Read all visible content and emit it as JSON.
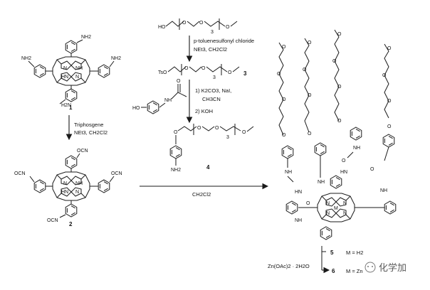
{
  "scheme": {
    "compound_1": "1",
    "compound_2": "2",
    "compound_3": "3",
    "compound_4": "4",
    "compound_5": "5",
    "compound_6": "6",
    "step_1a": "Triphosgene",
    "step_1b": "NEt3, CH2Cl2",
    "step_2a": "p-toluenesulfonyl chloride",
    "step_2b": "NEt3, CH2Cl2",
    "step_3a": "1) K2CO3, NaI,",
    "step_3b": "CH3CN",
    "step_3c": "2) KOH",
    "step_4": "CH2Cl2",
    "step_5": "Zn(OAc)2 · 2H2O",
    "product_5": "M = H2",
    "product_6": "M = Zn",
    "peg_repeat": "3",
    "atom_labels": {
      "nh2": "NH2",
      "nco": "OCN",
      "nh": "NH",
      "hn": "HN",
      "n": "N",
      "m": "M",
      "ho": "HO",
      "tso": "TsO",
      "o": "O",
      "h2n": "H2N",
      "h": "H"
    }
  },
  "watermark": "化学加"
}
